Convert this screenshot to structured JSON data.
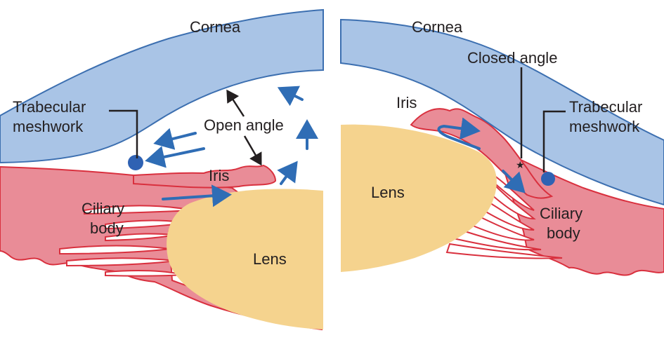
{
  "left_panel": {
    "cornea": "Cornea",
    "trabecular_line1": "Trabecular",
    "trabecular_line2": "meshwork",
    "open_angle": "Open angle",
    "iris": "Iris",
    "ciliary_line1": "Ciliary",
    "ciliary_line2": "body",
    "lens": "Lens"
  },
  "right_panel": {
    "cornea": "Cornea",
    "closed_angle": "Closed angle",
    "iris": "Iris",
    "trabecular_line1": "Trabecular",
    "trabecular_line2": "meshwork",
    "lens": "Lens",
    "ciliary_line1": "Ciliary",
    "ciliary_line2": "body"
  },
  "colors": {
    "cornea_fill": "#a9c4e6",
    "cornea_stroke": "#3c6fb0",
    "tissue_fill": "#e98c97",
    "tissue_stroke": "#d9303e",
    "lens_fill": "#f5d38e",
    "flow_arrow": "#2f6db5",
    "meshwork_dot": "#2f62b3"
  }
}
